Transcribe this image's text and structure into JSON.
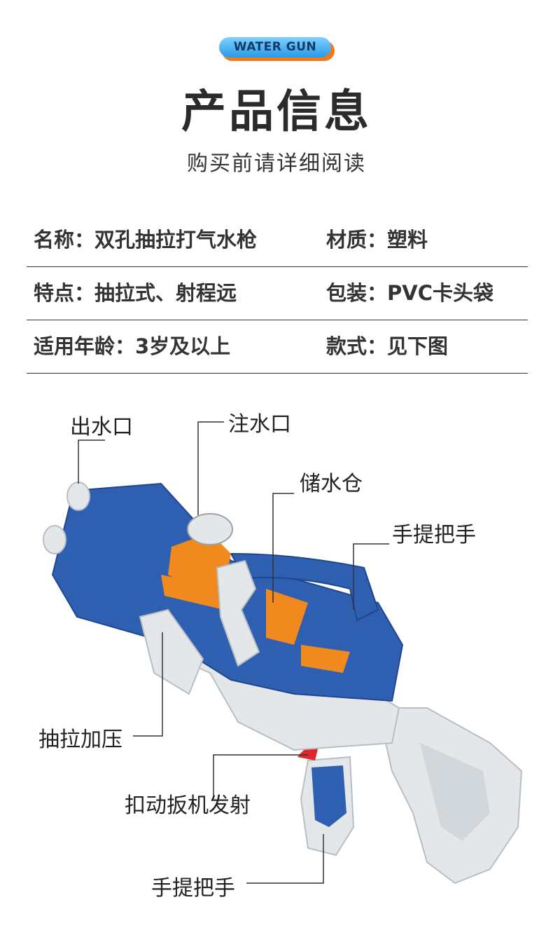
{
  "badge": "WATER GUN",
  "title": "产品信息",
  "subtitle": "购买前请详细阅读",
  "specs": [
    {
      "left": "名称：双孔抽拉打气水枪",
      "right": "材质：塑料"
    },
    {
      "left": "特点：抽拉式、射程远",
      "right": "包装：PVC卡头袋"
    },
    {
      "left": "适用年龄：3岁及以上",
      "right": "款式：见下图"
    }
  ],
  "labels": {
    "outlet": "出水口",
    "inlet": "注水口",
    "tank": "储水仓",
    "handle_top": "手提把手",
    "pump": "抽拉加压",
    "trigger": "扣动扳机发射",
    "handle_bottom": "手提把手"
  },
  "colors": {
    "blue": "#2f5fb0",
    "orange": "#f08a1e",
    "white": "#e9ecef",
    "red": "#e0282a"
  }
}
